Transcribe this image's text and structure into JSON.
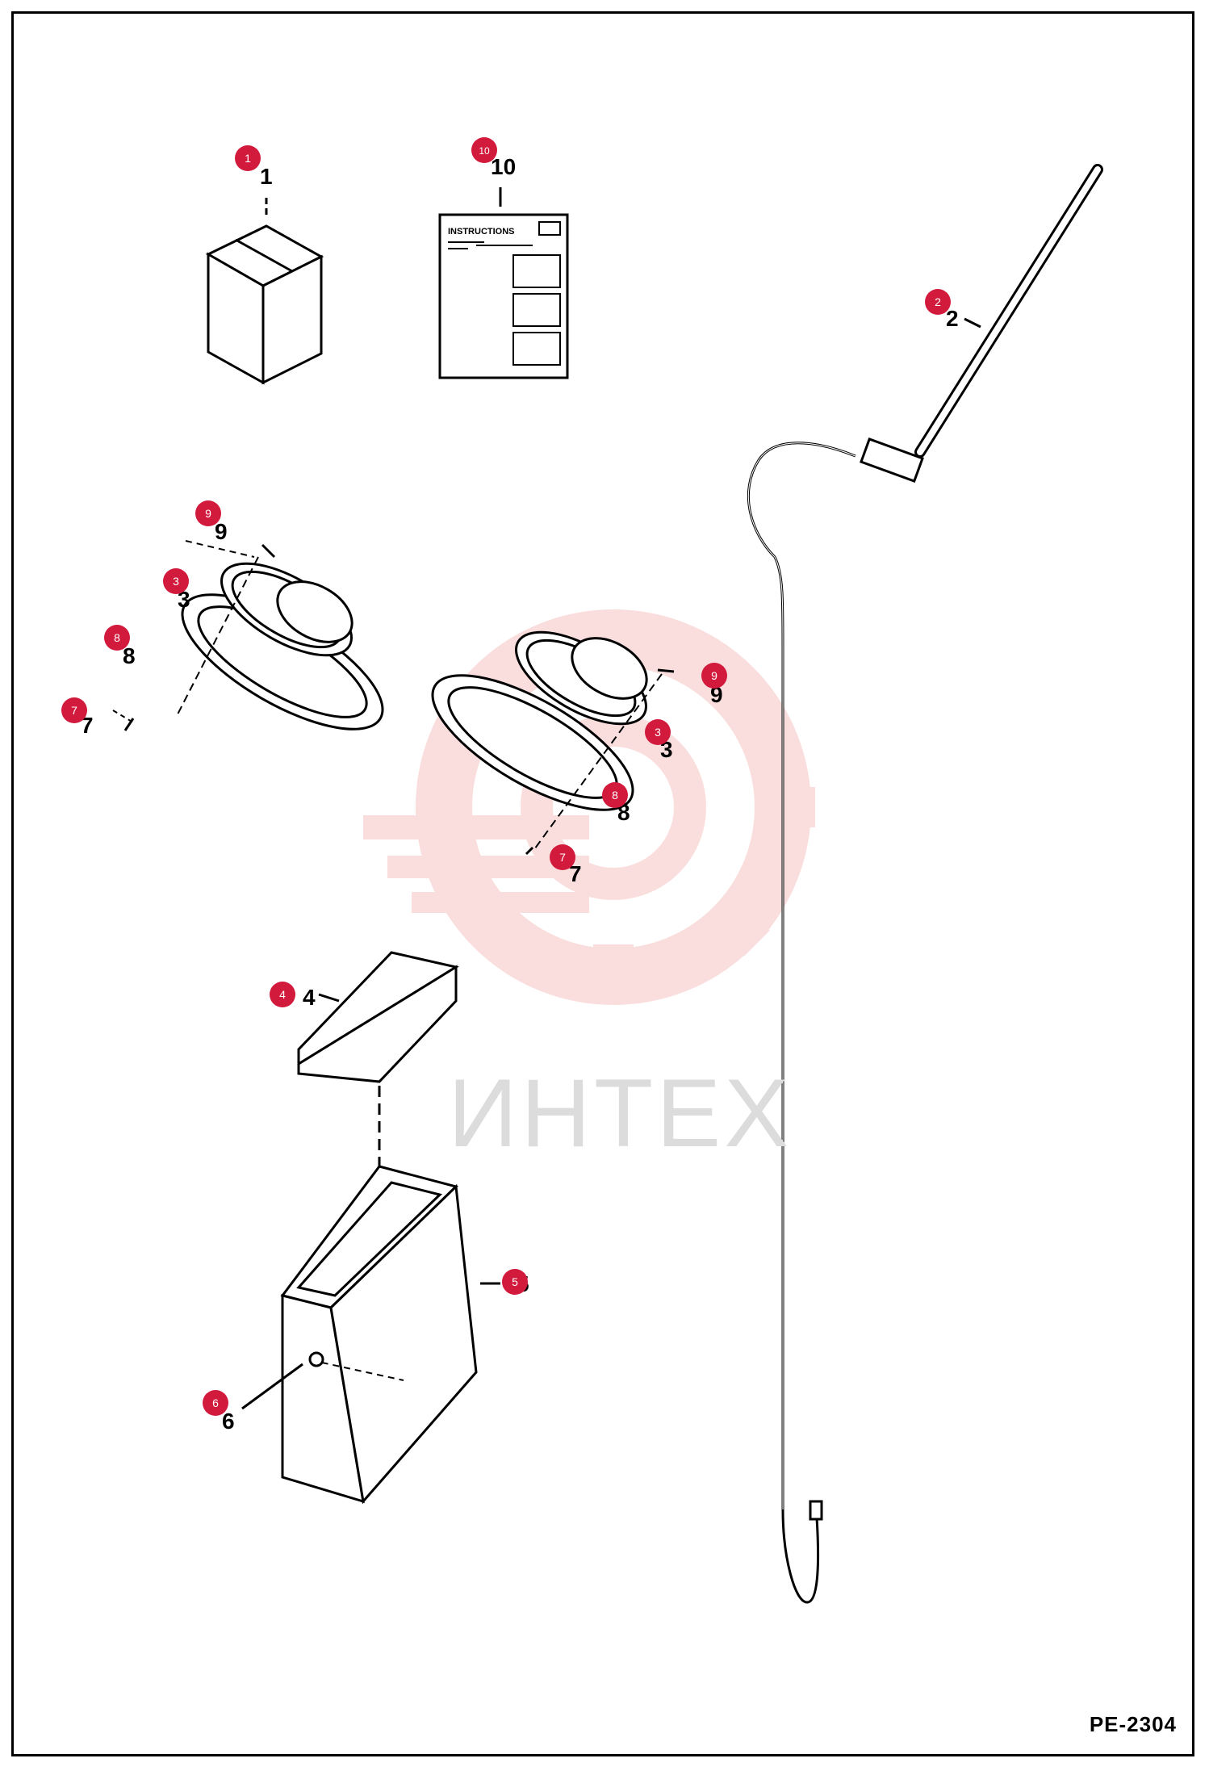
{
  "drawing_code": "PE-2304",
  "watermark": "ИНТЕХ",
  "instructions_label": "INSTRUCTIONS",
  "colors": {
    "callout": "#d11a3c",
    "line": "#000000",
    "watermark": "#f2c9c9"
  },
  "callouts": [
    {
      "id": "c1",
      "number": "1",
      "part_label": "1"
    },
    {
      "id": "c10",
      "number": "10",
      "part_label": "10"
    },
    {
      "id": "c2",
      "number": "2",
      "part_label": "2"
    },
    {
      "id": "c9a",
      "number": "9",
      "part_label": "9"
    },
    {
      "id": "c3a",
      "number": "3",
      "part_label": "3"
    },
    {
      "id": "c8a",
      "number": "8",
      "part_label": "8"
    },
    {
      "id": "c7a",
      "number": "7",
      "part_label": "7"
    },
    {
      "id": "c9b",
      "number": "9",
      "part_label": "9"
    },
    {
      "id": "c3b",
      "number": "3",
      "part_label": "3"
    },
    {
      "id": "c8b",
      "number": "8",
      "part_label": "8"
    },
    {
      "id": "c7b",
      "number": "7",
      "part_label": "7"
    },
    {
      "id": "c4",
      "number": "4",
      "part_label": "4"
    },
    {
      "id": "c5",
      "number": "5",
      "part_label": "5"
    },
    {
      "id": "c6",
      "number": "6",
      "part_label": "6"
    }
  ]
}
